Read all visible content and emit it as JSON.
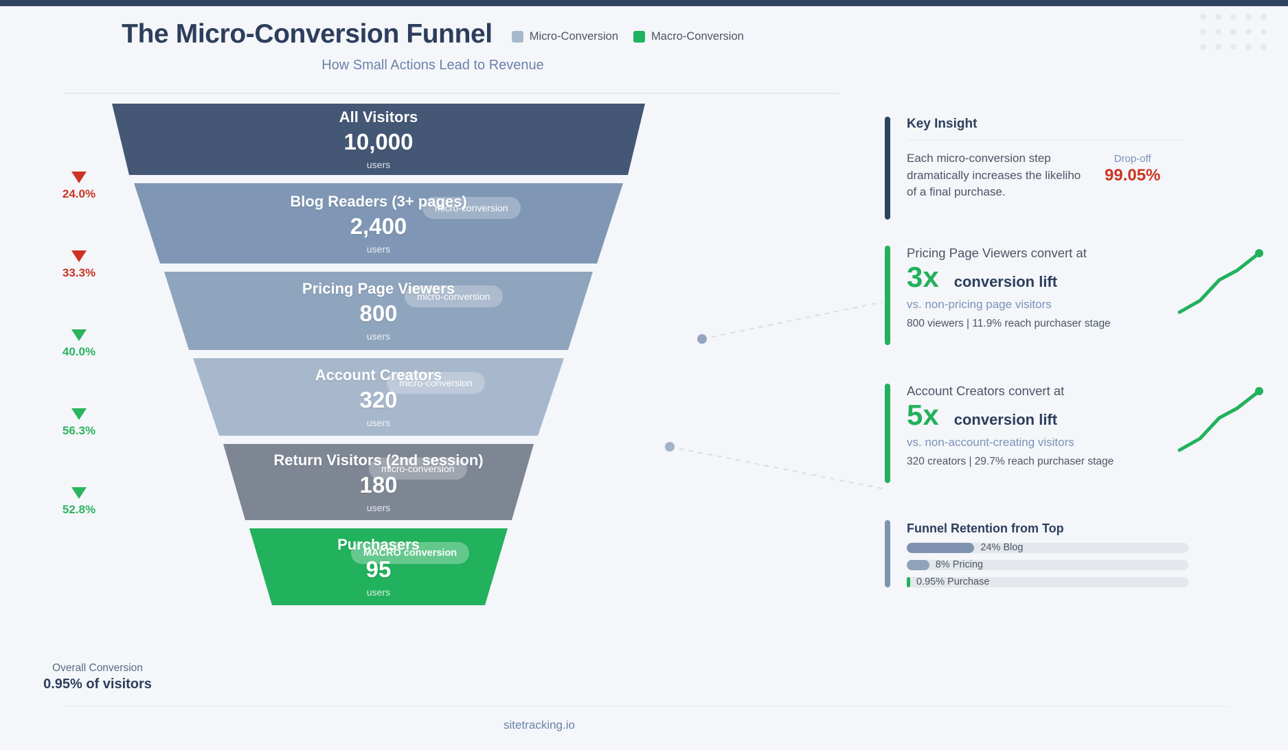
{
  "header": {
    "title": "The Micro-Conversion Funnel",
    "subtitle": "How Small Actions Lead to Revenue",
    "legend": [
      {
        "label": "Micro-Conversion",
        "color": "#a8b8cc"
      },
      {
        "label": "Macro-Conversion",
        "color": "#22b15c"
      }
    ]
  },
  "footer": {
    "text": "sitetracking.io"
  },
  "overall": {
    "label": "Overall Conversion",
    "value": "0.95% of visitors"
  },
  "chart_data": {
    "type": "bar",
    "title": "The Micro-Conversion Funnel",
    "subtitle": "How Small Actions Lead to Revenue",
    "xlabel": "",
    "ylabel": "users",
    "categories": [
      "All Visitors",
      "Blog Readers (3+ pages)",
      "Pricing Page Viewers",
      "Account Creators",
      "Return Visitors (2nd session)",
      "Purchasers"
    ],
    "values": [
      10000,
      2400,
      800,
      320,
      180,
      95
    ],
    "value_labels": [
      "10,000",
      "2,400",
      "800",
      "320",
      "180",
      "95"
    ],
    "unit": "users",
    "badges": [
      null,
      "micro-conversion",
      "micro-conversion",
      "micro-conversion",
      "micro-conversion",
      "MACRO conversion"
    ],
    "colors": [
      "#445775",
      "#7f97b5",
      "#8fa4bd",
      "#a8b8cc",
      "#7e8694",
      "#22b15c"
    ],
    "step_conversion": [
      {
        "pct": "24.0%",
        "tone": "red"
      },
      {
        "pct": "33.3%",
        "tone": "red"
      },
      {
        "pct": "40.0%",
        "tone": "green"
      },
      {
        "pct": "56.3%",
        "tone": "green"
      },
      {
        "pct": "52.8%",
        "tone": "green"
      }
    ],
    "overall_conversion": "0.95%",
    "total_dropoff": "99.05%"
  },
  "stages": [
    {
      "name": "All Visitors",
      "value": "10,000",
      "unit": "users",
      "badge": null,
      "color": "#445775"
    },
    {
      "name": "Blog Readers (3+ pages)",
      "value": "2,400",
      "unit": "users",
      "badge": "micro-conversion",
      "color": "#7f97b5"
    },
    {
      "name": "Pricing Page Viewers",
      "value": "800",
      "unit": "users",
      "badge": "micro-conversion",
      "color": "#8fa4bd"
    },
    {
      "name": "Account Creators",
      "value": "320",
      "unit": "users",
      "badge": "micro-conversion",
      "color": "#a8b8cc"
    },
    {
      "name": "Return Visitors (2nd session)",
      "value": "180",
      "unit": "users",
      "badge": "micro-conversion",
      "color": "#7e8694"
    },
    {
      "name": "Purchasers",
      "value": "95",
      "unit": "users",
      "badge": "MACRO conversion",
      "color": "#22b15c"
    }
  ],
  "drop_markers": [
    {
      "pct": "24.0%",
      "tone": "red"
    },
    {
      "pct": "33.3%",
      "tone": "red"
    },
    {
      "pct": "40.0%",
      "tone": "green"
    },
    {
      "pct": "56.3%",
      "tone": "green"
    },
    {
      "pct": "52.8%",
      "tone": "green"
    }
  ],
  "sidebar": {
    "insight": {
      "title": "Key Insight",
      "line1": "Each micro-conversion step",
      "line2": "dramatically increases the likeliho",
      "line3": "of a final purchase.",
      "dropoff_label": "Drop-off",
      "dropoff_value": "99.05%"
    },
    "lifts": [
      {
        "head": "Pricing Page Viewers convert at",
        "multiple": "3x",
        "caption": "conversion lift",
        "sub": "vs. non-pricing page visitors",
        "meta": "800 viewers | 11.9% reach purchaser stage"
      },
      {
        "head": "Account Creators convert at",
        "multiple": "5x",
        "caption": "conversion lift",
        "sub": "vs. non-account-creating visitors",
        "meta": "320 creators | 29.7% reach purchaser stage"
      }
    ],
    "retention": {
      "title": "Funnel Retention from Top",
      "rows": [
        {
          "label": "24% Blog",
          "pct": 24,
          "color": "#7f93b0"
        },
        {
          "label": "8% Pricing",
          "pct": 8,
          "color": "#8fa2bb"
        },
        {
          "label": "0.95% Purchase",
          "pct": 0.95,
          "color": "#22b15c"
        }
      ]
    }
  }
}
